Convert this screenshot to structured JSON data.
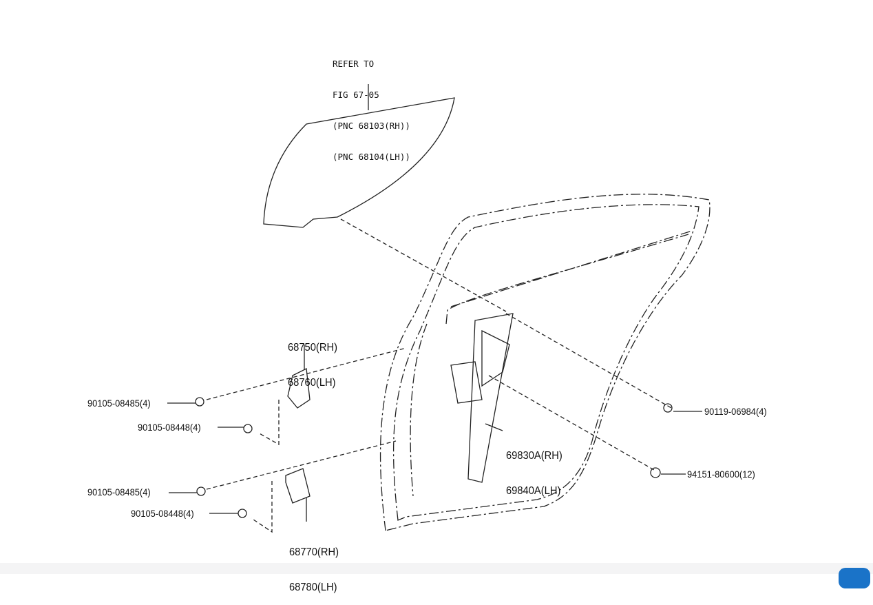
{
  "refer_note": [
    "REFER TO",
    "FIG 67-05",
    "(PNC 68103(RH))",
    "(PNC 68104(LH))"
  ],
  "parts": {
    "upper_hinge": [
      "68750(RH)",
      "68760(LH)"
    ],
    "lower_hinge": [
      "68770(RH)",
      "68780(LH)"
    ],
    "regulator": [
      "69830A(RH)",
      "69840A(LH)"
    ],
    "bolt_upper_1": "90105-08485(4)",
    "bolt_upper_2": "90105-08448(4)",
    "bolt_lower_1": "90105-08485(4)",
    "bolt_lower_2": "90105-08448(4)",
    "bolt_regulator": "90119-06984(4)",
    "nut_regulator": "94151-80600(12)"
  },
  "colors": {
    "line": "#222222",
    "footer": "#f4f4f5",
    "help": "#1a73c8"
  }
}
